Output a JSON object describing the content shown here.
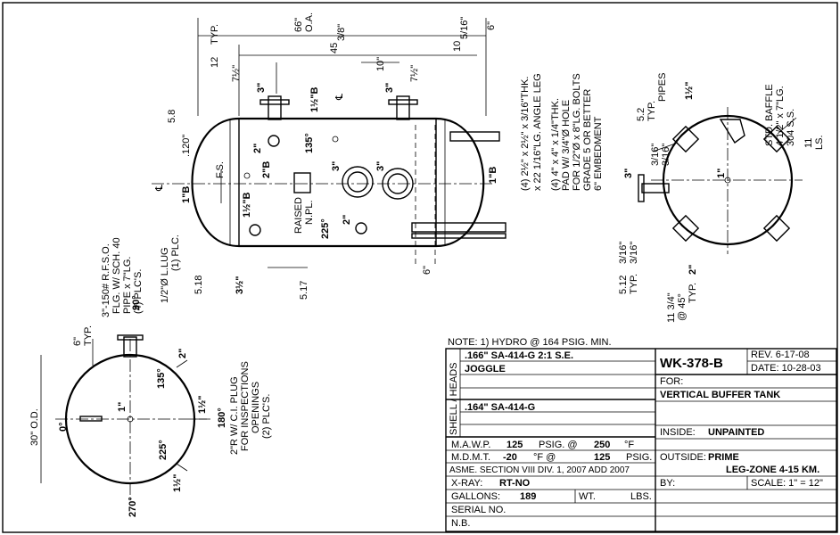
{
  "drawing": {
    "note": "NOTE:  1)  HYDRO @ 164 PSIG. MIN.",
    "dwg_no": "WK-378-B",
    "rev": "REV.  6-17-08",
    "date": "DATE:  10-28-03",
    "for_label": "FOR:",
    "title": "VERTICAL  BUFFER  TANK",
    "inside_label": "INSIDE:",
    "inside_value": "UNPAINTED",
    "outside_label": "OUTSIDE:",
    "outside_value": "PRIME",
    "outside_value2": "LEG-ZONE  4-15  KM.",
    "by_label": "BY:",
    "scale": "SCALE:  1\" = 12\""
  },
  "materials": {
    "heads_side": "HEADS",
    "shell_side": "SHELL  /",
    "heads_1": ".166\"  SA-414-G  2:1  S.E.",
    "heads_2": "JOGGLE",
    "shell_1": ".164\"  SA-414-G"
  },
  "specs": {
    "mawp_label": "M.A.W.P.",
    "mawp_value": "125",
    "mawp_unit": "PSIG. @",
    "mawp_temp": "250",
    "mawp_temp_unit": "°F",
    "mdmt_label": "M.D.M.T.",
    "mdmt_value": "-20",
    "mdmt_unit": "°F @",
    "mdmt_press": "125",
    "mdmt_press_unit": "PSIG.",
    "asme": "ASME.  SECTION  VIII   DIV. 1,  2007  ADD  2007",
    "xray_label": "X-RAY:",
    "xray_value": "RT-NO",
    "gallons_label": "GALLONS:",
    "gallons_value": "189",
    "wt_label": "WT.",
    "lbs_label": "LBS.",
    "serial_label": "SERIAL  NO.",
    "nb_label": "N.B."
  },
  "side_view": {
    "oa_dim": "66\"",
    "oa_label": "O.A.",
    "dim_45": "45",
    "dim_45_frac": "3/8\"",
    "dim_10": "10\"",
    "dim_7h": "7½\"",
    "dim_7h_b": "7½\"",
    "dim_10b": "10",
    "dim_10b_frac": "5/16\"",
    "dim_6_top": "6\"",
    "dim_6_bot": "6\"",
    "dim_12typ": "12",
    "typ": "TYP.",
    "dim_58typ": "5.8",
    "dim_120": ".120\"",
    "nozzle_3a": "3\"",
    "nozzle_3b": "3\"",
    "nozzle_3c": "3\"",
    "nozzle_3d": "3\"",
    "n_2_top": "2\"",
    "n_12b_a": "1½\"B",
    "n_2b": "2\"B",
    "n_1b": "1\"B",
    "n_1b_r": "1\"B",
    "n_12b_b": "1½\"B",
    "n_2_bot": "2\"",
    "n_135": "135°",
    "n_225": "225°",
    "fs": "F.S.",
    "cl": "℄",
    "raised": "RAISED",
    "npl": "N.PL.",
    "lug_1": "1/2\"Ø L.LUG",
    "lug_2": "(1) PLC.",
    "dim_3h": "3½\"",
    "dim_518": "5.18",
    "dim_517": "5.17",
    "flg_1": "3\"-150# R.F.S.O.",
    "flg_2": "FLG. W/ SCH. 40",
    "flg_3": "PIPE x 7\"LG.",
    "flg_4": "(4) PLC'S.",
    "leg_1": "(4) 2½\" x 2½\" x 3/16\"THK.",
    "leg_2": "x 22 1/16\"LG. ANGLE LEG",
    "pad_1": "(4) 4\" x 4\" x 1/4\"THK.",
    "pad_2": "PAD W/ 3/4\"Ø HOLE",
    "pad_3": "FOR 1/2\"Ø x 8\"LG. BOLTS",
    "pad_4": "GRADE 5 OR BETTER",
    "pad_5": "6\" EMBEDMENT"
  },
  "top_view": {
    "n_3": "3\"",
    "n_12": "1½\"",
    "n_1": "1\"",
    "n_2": "2\"",
    "w_52": "5.2",
    "w_typ": "TYP.",
    "w_pipes": "PIPES",
    "w_316a": "3/16\"",
    "w_316b": "3/16\"",
    "w_316c": "3/16\"",
    "w_316d": "3/16\"",
    "w_512": "5.12",
    "w_typ2": "TYP.",
    "baffle_1": "STD. BAFFLE",
    "baffle_2": "4 1/2\" x 7\"LG.",
    "baffle_3": "304 S.S.",
    "ls_11": "11",
    "ls": "LS.",
    "bolt_1": "11 3/4\"",
    "bolt_2": "@ 45°",
    "bolt_3": "TYP."
  },
  "bottom_view": {
    "a90": "90°",
    "a0": "0°",
    "a180": "180°",
    "a270": "270°",
    "a135": "135°",
    "a225": "225°",
    "n_1": "1\"",
    "n_2": "2\"",
    "n_12a": "1½\"",
    "n_12b": "1½\"",
    "n_2b": "2\"",
    "od": "30\" O.D.",
    "typ6": "6\"",
    "typ": "TYP.",
    "plug_1": "2\"R W/ C.I. PLUG",
    "plug_2": "FOR INSPECTIONS",
    "plug_3": "OPENINGS",
    "plug_4": "(2) PLC'S."
  }
}
